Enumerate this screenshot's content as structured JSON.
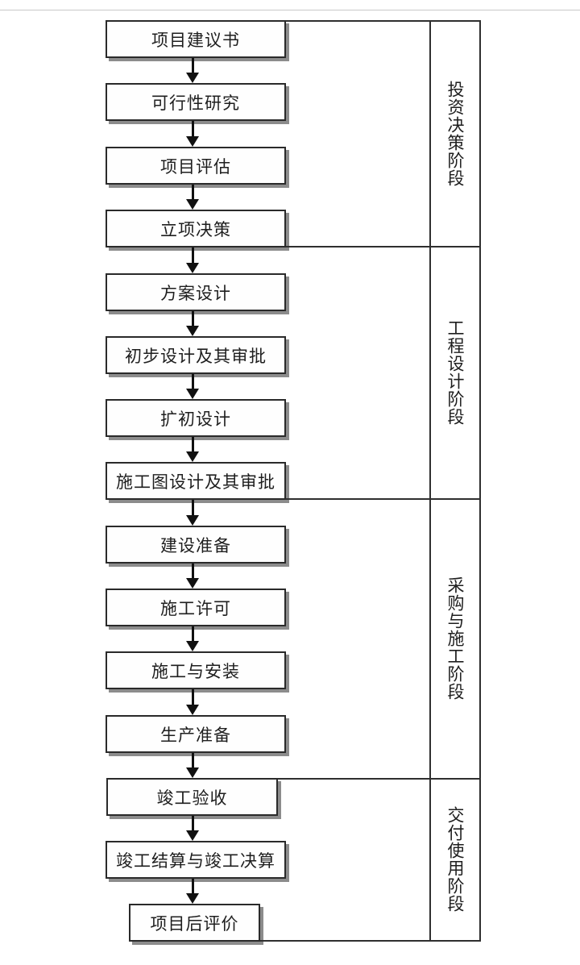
{
  "colors": {
    "background": "#ffffff",
    "line": "#2f2f2f",
    "box_border": "#2a2a2a",
    "box_fill": "#fefefe",
    "box_shadow": "#8c8c8c",
    "text": "#1e1e1e",
    "arrow": "#111111",
    "faint_top_line": "#c8c8c8"
  },
  "flow_steps": [
    {
      "label": "项目建议书"
    },
    {
      "label": "可行性研究"
    },
    {
      "label": "项目评估"
    },
    {
      "label": "立项决策"
    },
    {
      "label": "方案设计"
    },
    {
      "label": "初步设计及其审批"
    },
    {
      "label": "扩初设计"
    },
    {
      "label": "施工图设计及其审批"
    },
    {
      "label": "建设准备"
    },
    {
      "label": "施工许可"
    },
    {
      "label": "施工与安装"
    },
    {
      "label": "生产准备"
    },
    {
      "label": "竣工验收"
    },
    {
      "label": "竣工结算与竣工决算"
    },
    {
      "label": "项目后评价"
    }
  ],
  "stages": [
    {
      "label": "投资决策阶段",
      "first_step": 1,
      "last_step": 4
    },
    {
      "label": "工程设计阶段",
      "first_step": 5,
      "last_step": 8
    },
    {
      "label": "采购与施工阶段",
      "first_step": 9,
      "last_step": 12
    },
    {
      "label": "交付使用阶段",
      "first_step": 13,
      "last_step": 15
    }
  ]
}
